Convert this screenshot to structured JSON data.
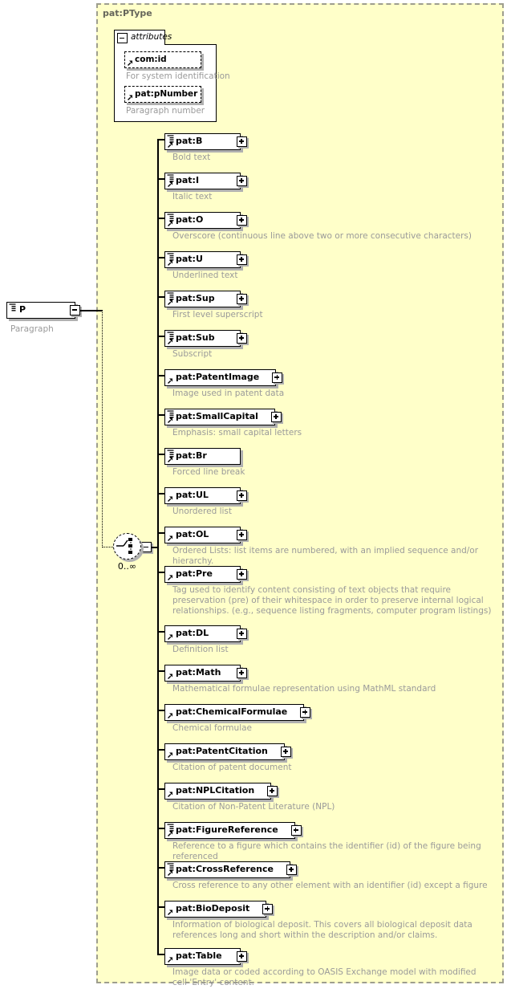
{
  "diagram": {
    "container_title": "pat:PType",
    "root_element": {
      "label": "P",
      "caption": "Paragraph"
    },
    "attributes_group": {
      "label": "attributes",
      "items": [
        {
          "label": "com:id",
          "caption": "For system identification"
        },
        {
          "label": "pat:pNumber",
          "caption": "Paragraph number"
        }
      ]
    },
    "choice": {
      "occurrence": "0..∞"
    },
    "elements": [
      {
        "label": "pat:B",
        "caption": "Bold text",
        "text_icon": true,
        "expandable": true
      },
      {
        "label": "pat:I",
        "caption": "Italic text",
        "text_icon": true,
        "expandable": true
      },
      {
        "label": "pat:O",
        "caption": "Overscore (continuous line above two or more consecutive characters)",
        "text_icon": true,
        "expandable": true
      },
      {
        "label": "pat:U",
        "caption": "Underlined text",
        "text_icon": true,
        "expandable": true
      },
      {
        "label": "pat:Sup",
        "caption": "First level superscript",
        "text_icon": true,
        "expandable": true
      },
      {
        "label": "pat:Sub",
        "caption": "Subscript",
        "text_icon": true,
        "expandable": true
      },
      {
        "label": "pat:PatentImage",
        "caption": "Image used in patent data",
        "text_icon": false,
        "expandable": true
      },
      {
        "label": "pat:SmallCapital",
        "caption": "Emphasis: small capital letters",
        "text_icon": true,
        "expandable": true
      },
      {
        "label": "pat:Br",
        "caption": "Forced line break",
        "text_icon": true,
        "expandable": false
      },
      {
        "label": "pat:UL",
        "caption": "Unordered list",
        "text_icon": false,
        "expandable": true
      },
      {
        "label": "pat:OL",
        "caption": "Ordered Lists: list items are numbered, with an implied sequence and/or hierarchy.",
        "text_icon": false,
        "expandable": true
      },
      {
        "label": "pat:Pre",
        "caption": "Tag used to identify content consisting of text objects that require preservation (pre) of their whitespace in order to preserve internal logical relationships. (e.g., sequence listing fragments, computer program listings)",
        "text_icon": false,
        "expandable": true
      },
      {
        "label": "pat:DL",
        "caption": "Definition list",
        "text_icon": false,
        "expandable": true
      },
      {
        "label": "pat:Math",
        "caption": "Mathematical formulae representation using MathML standard",
        "text_icon": false,
        "expandable": true
      },
      {
        "label": "pat:ChemicalFormulae",
        "caption": "Chemical formulae",
        "text_icon": false,
        "expandable": true
      },
      {
        "label": "pat:PatentCitation",
        "caption": "Citation of patent document",
        "text_icon": false,
        "expandable": true
      },
      {
        "label": "pat:NPLCitation",
        "caption": "Citation of Non-Patent Literature (NPL)",
        "text_icon": false,
        "expandable": true
      },
      {
        "label": "pat:FigureReference",
        "caption": "Reference to a figure which contains the identifier (id) of the figure being referenced",
        "text_icon": true,
        "expandable": true
      },
      {
        "label": "pat:CrossReference",
        "caption": "Cross reference to any other element with an identifier (id) except a figure",
        "text_icon": true,
        "expandable": true
      },
      {
        "label": "pat:BioDeposit",
        "caption": "Information of biological deposit. This covers all biological deposit data references long and short within the description and/or claims.",
        "text_icon": false,
        "expandable": true
      },
      {
        "label": "pat:Table",
        "caption": "Image data or coded according to OASIS Exchange model with modified cell  'Entry' content.",
        "text_icon": false,
        "expandable": true
      }
    ],
    "colors": {
      "container_fill": "#ffffc9",
      "container_border": "#9e9e8e",
      "caption_text": "#9a9a9a",
      "box_shadow": "#b0b0b0"
    }
  }
}
